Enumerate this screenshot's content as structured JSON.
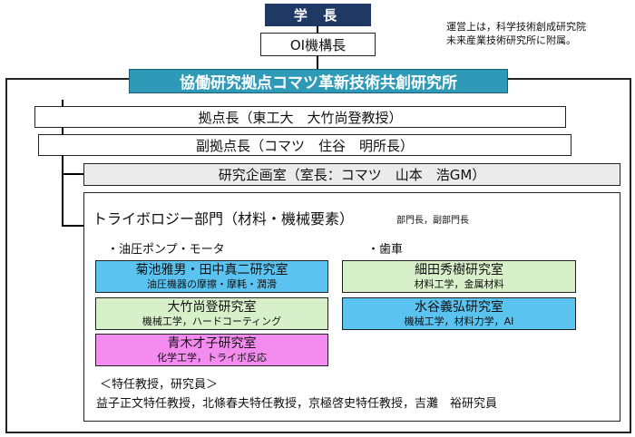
{
  "top": {
    "president": "学 長",
    "oi_org": "OI機構長",
    "note_line1": "運営上は，科学技術創成研究院",
    "note_line2": "未来産業技術研究所に附属。"
  },
  "banner": "協働研究拠点コマツ革新技術共創研究所",
  "roles": {
    "director": "拠点長（東工大　大竹尚登教授）",
    "vice_director": "副拠点長（コマツ　住谷　明所長）",
    "planning_office": "研究企画室（室長：コマツ　山本　浩GM）"
  },
  "division": {
    "title": "トライボロジー部門（材料・機械要素）",
    "head_note": "部門長，副部門長",
    "group_left": "・油圧ポンプ・モータ",
    "group_right": "・歯車"
  },
  "labs": [
    {
      "name": "菊池雅男・田中真二研究室",
      "sub": "油圧機器の摩擦・摩耗・潤滑",
      "color": "#5bc3f0"
    },
    {
      "name": "大竹尚登研究室",
      "sub": "機械工学，ハードコーティング",
      "color": "#d7f0c9"
    },
    {
      "name": "青木才子研究室",
      "sub": "化学工学，トライボ反応",
      "color": "#f48cf0"
    },
    {
      "name": "細田秀樹研究室",
      "sub": "材料工学，金属材料",
      "color": "#d7f0c9"
    },
    {
      "name": "水谷義弘研究室",
      "sub": "機械工学，材料力学，AI",
      "color": "#5bc3f0"
    }
  ],
  "special": {
    "heading": "＜特任教授，研究員＞",
    "members": "益子正文特任教授，北條春夫特任教授，京極啓史特任教授，吉灘　裕研究員"
  }
}
